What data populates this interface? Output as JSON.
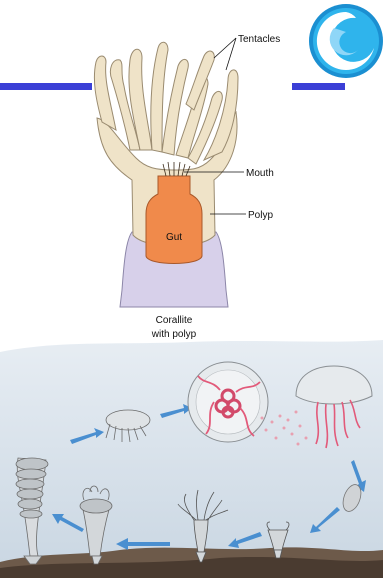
{
  "labels": {
    "tentacles": "Tentacles",
    "mouth": "Mouth",
    "polyp": "Polyp",
    "gut": "Gut",
    "caption_line1": "Corallite",
    "caption_line2": "with polyp"
  },
  "colors": {
    "accent_bar": "#3b3fd6",
    "polyp_body": "#efe3c8",
    "gut": "#f08a4b",
    "corallite": "#d7d0ea",
    "logo_blue": "#1aa7e6"
  },
  "icons": {
    "logo": "wave-logo-icon"
  }
}
